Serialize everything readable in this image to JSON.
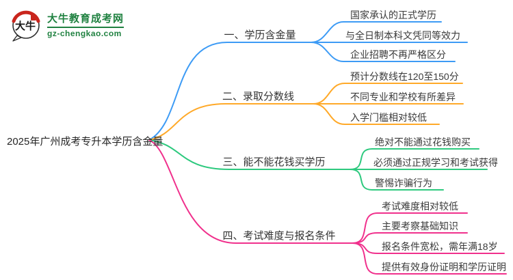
{
  "logo": {
    "badge_text": "大牛",
    "site_name": "大牛教育成考网",
    "site_url": "gz-chengkao.com",
    "brand_green": "#1f8140",
    "badge_red": "#c9251d"
  },
  "mindmap": {
    "root": "2025年广州成考专升本学历含金量",
    "text_color": "#333333",
    "branches": [
      {
        "label": "一、学历含金量",
        "color": "#3d9bf5",
        "children": [
          "国家承认的正式学历",
          "与全日制本科文凭同等效力",
          "企业招聘不再严格区分"
        ]
      },
      {
        "label": "二、录取分数线",
        "color": "#ffa928",
        "children": [
          "预计分数线在120至150分",
          "不同专业和学校有所差异",
          "入学门槛相对较低"
        ]
      },
      {
        "label": "三、能不能花钱买学历",
        "color": "#2dc97e",
        "children": [
          "绝对不能通过花钱购买",
          "必须通过正规学习和考试获得",
          "警惕诈骗行为"
        ]
      },
      {
        "label": "四、考试难度与报名条件",
        "color": "#f0308c",
        "children": [
          "考试难度相对较低",
          "主要考察基础知识",
          "报名条件宽松，需年满18岁",
          "提供有效身份证明和学历证明"
        ]
      }
    ]
  }
}
